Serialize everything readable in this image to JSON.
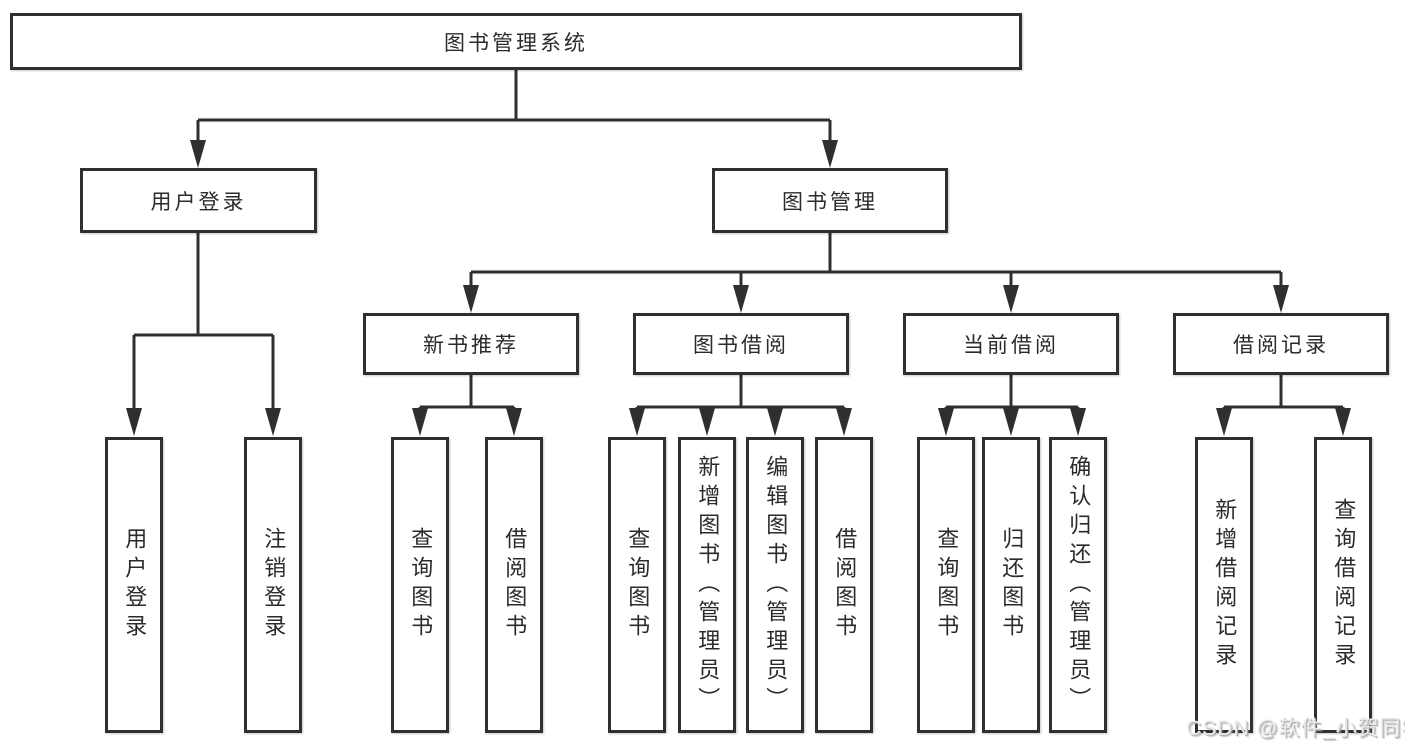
{
  "tree": {
    "root": {
      "label": "图书管理系统"
    },
    "branches": [
      {
        "label": "用户登录",
        "leaves": [
          {
            "label": "用户登录"
          },
          {
            "label": "注销登录"
          }
        ]
      },
      {
        "label": "图书管理",
        "groups": [
          {
            "label": "新书推荐",
            "leaves": [
              {
                "label": "查询图书"
              },
              {
                "label": "借阅图书"
              }
            ]
          },
          {
            "label": "图书借阅",
            "leaves": [
              {
                "label": "查询图书"
              },
              {
                "label": "新增图书（管理员）"
              },
              {
                "label": "编辑图书（管理员）"
              },
              {
                "label": "借阅图书"
              }
            ]
          },
          {
            "label": "当前借阅",
            "leaves": [
              {
                "label": "查询图书"
              },
              {
                "label": "归还图书"
              },
              {
                "label": "确认归还（管理员）"
              }
            ]
          },
          {
            "label": "借阅记录",
            "leaves": [
              {
                "label": "新增借阅记录"
              },
              {
                "label": "查询借阅记录"
              }
            ]
          }
        ]
      }
    ]
  },
  "watermark": {
    "text": "CSDN @软件_小贺同学"
  },
  "colors": {
    "line": "#2f2f2f",
    "box_border": "#2f2f2f",
    "text": "#2b2b2b",
    "background": "#ffffff",
    "watermark_text": "#ebebeb"
  }
}
